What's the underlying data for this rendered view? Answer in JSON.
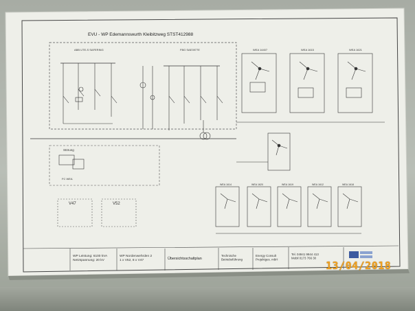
{
  "drawing": {
    "title": "EVU - WP Edemannswurth Kleibitzweg STST412988",
    "switchgear_left": "ABB UTE-S SAFERING",
    "switchgear_mid": "FBG SAE3977E",
    "stoerung_label": "Störung",
    "fc_wea_label": "FC WEA",
    "turbines_top": [
      "WEA 14407",
      "WEA 1615",
      "WEA 1621"
    ],
    "turbines_bottom": [
      "WEA 1614",
      "WEA 1620",
      "WEA 1619",
      "WEA 1612",
      "WEA 1618"
    ],
    "v47_title": "V47",
    "v52_title": "V52"
  },
  "title_block": {
    "cells": [
      "WP Leistung: 6100 kVA\nNetzspannung: 20 kV",
      "WP Nordenwehrden 2\n1 x V52, 8 x V47",
      "Übersichtsschaltplan",
      "Technische\nBetriebsführung",
      "Energy Consult\nProjektges. mbH",
      "Tel. 04941 9944 413\nMobil 0173 766 30"
    ]
  },
  "photo_date": "13/04/2018"
}
